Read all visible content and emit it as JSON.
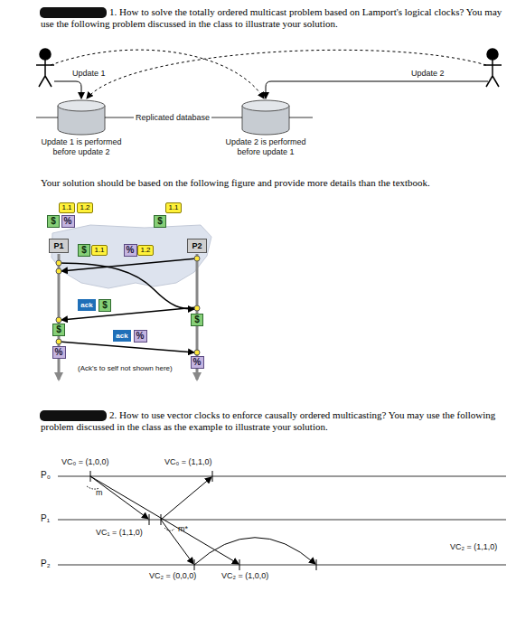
{
  "diagram": {
    "nodes": [
      {
        "text": [
          "Update 1 is performed before update 2"
        ]
      },
      {
        "text": [
          "Update 2 is performed before update 1"
        ]
      },
      {
        "text": [
          "$"
        ]
      },
      {
        "text": [
          "%"
        ]
      },
      {
        "text": [
          "1.1"
        ]
      },
      {
        "text": [
          "1.2"
        ]
      },
      {
        "text": [
          "$"
        ]
      },
      {
        "text": [
          "1.1"
        ]
      },
      {
        "text": [
          "P1"
        ]
      },
      {
        "text": [
          "$"
        ]
      },
      {
        "text": [
          "1.1"
        ]
      },
      {
        "text": [
          "%"
        ]
      },
      {
        "text": [
          "1.2"
        ]
      },
      {
        "text": [
          "P2"
        ]
      },
      {
        "text": [
          "ack"
        ]
      },
      {
        "text": [
          "$"
        ]
      },
      {
        "text": [
          "$"
        ]
      },
      {
        "text": [
          "$"
        ]
      },
      {
        "text": [
          "ack"
        ]
      },
      {
        "text": [
          "%"
        ]
      },
      {
        "text": [
          "%"
        ]
      },
      {
        "text": [
          "%"
        ]
      }
    ],
    "edges": [
      {
        "from": 0,
        "to": 1,
        "label": "Replicated database",
        "arrow": "none"
      }
    ],
    "labels": [
      "1. How to solve the totally ordered multicast problem based on Lamport's logical clocks? You may use the following problem discussed in the class to illustrate your solution.",
      "Update 1",
      "Update 2",
      "Your solution should be based on the following figure and provide more details than the textbook.",
      "(Ack's to self not shown here)",
      "2. How to use vector clocks to enforce causally ordered multicasting? You may use the following problem discussed in the class as the example to illustrate your solution.",
      "VC₀ = (1,0,0)",
      "VC₀ = (1,1,0)",
      "P₀",
      "m",
      "P₁",
      "m*",
      "VC₁ = (1,1,0)",
      "VC₂ = (1,1,0)",
      "P₂",
      "VC₂ = (0,0,0)",
      "VC₂ = (1,0,0)"
    ]
  }
}
